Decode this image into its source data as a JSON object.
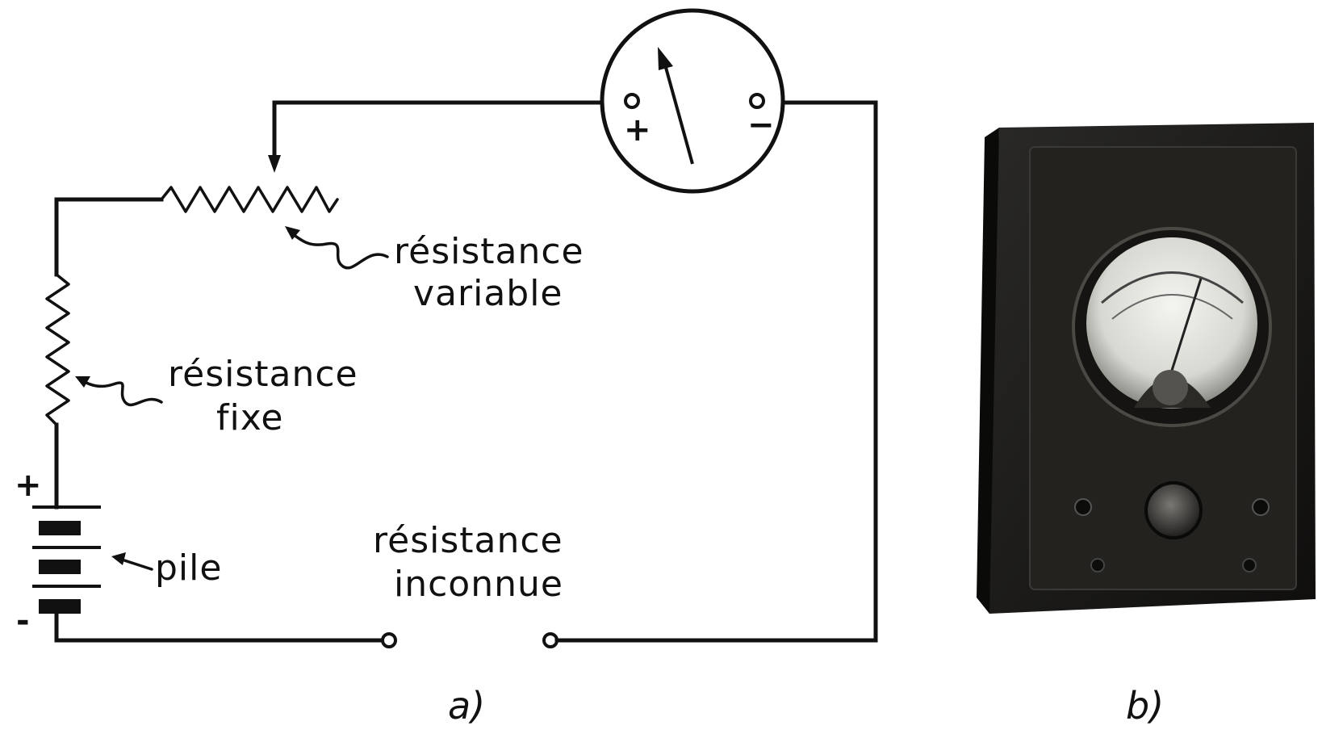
{
  "diagram": {
    "labels": {
      "variable_resistor_line1": "résistance",
      "variable_resistor_line2": "variable",
      "fixed_resistor_line1": "résistance",
      "fixed_resistor_line2": "fixe",
      "battery": "pile",
      "unknown_resistor_line1": "résistance",
      "unknown_resistor_line2": "inconnue"
    },
    "signs": {
      "battery_plus": "+",
      "battery_minus": "-",
      "meter_plus": "+",
      "meter_minus": "−"
    },
    "captions": {
      "part_a": "a)",
      "part_b": "b)"
    }
  },
  "colors": {
    "ink": "#111111",
    "paper": "#ffffff",
    "meter_case": "#1b1a18",
    "meter_face": "#e8e8e4"
  }
}
